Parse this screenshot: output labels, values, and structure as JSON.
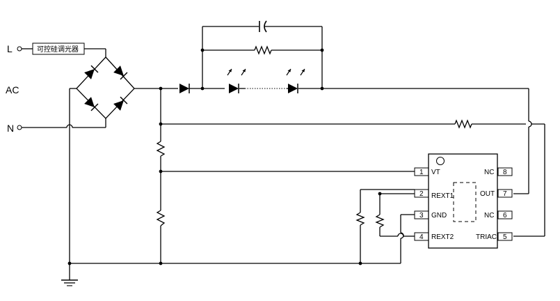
{
  "labels": {
    "line": "L",
    "neutral": "N",
    "ac": "AC",
    "dimmer": "可控硅调光器"
  },
  "ic": {
    "pins_left": [
      {
        "num": "1",
        "name": "VT"
      },
      {
        "num": "2",
        "name": "REXT1"
      },
      {
        "num": "3",
        "name": "GND"
      },
      {
        "num": "4",
        "name": "REXT2"
      }
    ],
    "pins_right": [
      {
        "num": "8",
        "name": "NC"
      },
      {
        "num": "7",
        "name": "OUT"
      },
      {
        "num": "6",
        "name": "NC"
      },
      {
        "num": "5",
        "name": "TRIAC"
      }
    ]
  },
  "icons": {
    "bridge_diodes": "diode-icon",
    "leds": "led-icon",
    "resistors": "resistor-icon",
    "capacitor": "capacitor-icon",
    "ground": "ground-icon"
  }
}
